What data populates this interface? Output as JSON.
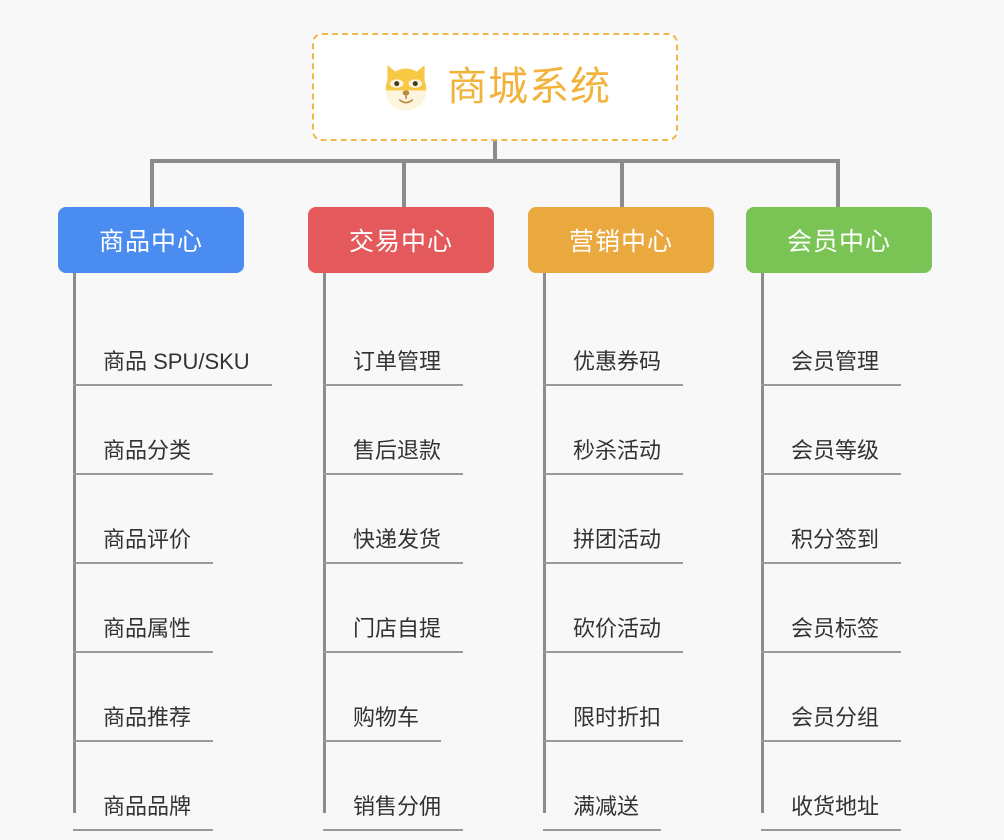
{
  "root": {
    "title": "商城系统",
    "logo_icon": "shiba-dog-face-icon",
    "border_color": "#f0b84a",
    "title_color": "#f2b33d"
  },
  "background_color": "#f8f8f8",
  "connector_color": "#8c8c8c",
  "columns": [
    {
      "id": "product-center",
      "label": "商品中心",
      "color": "#4a8cf0",
      "items": [
        "商品 SPU/SKU",
        "商品分类",
        "商品评价",
        "商品属性",
        "商品推荐",
        "商品品牌"
      ]
    },
    {
      "id": "trade-center",
      "label": "交易中心",
      "color": "#e4595b",
      "items": [
        "订单管理",
        "售后退款",
        "快递发货",
        "门店自提",
        "购物车",
        "销售分佣"
      ]
    },
    {
      "id": "marketing-center",
      "label": "营销中心",
      "color": "#eaa93f",
      "items": [
        "优惠券码",
        "秒杀活动",
        "拼团活动",
        "砍价活动",
        "限时折扣",
        "满减送"
      ]
    },
    {
      "id": "member-center",
      "label": "会员中心",
      "color": "#79c454",
      "items": [
        "会员管理",
        "会员等级",
        "积分签到",
        "会员标签",
        "会员分组",
        "收货地址"
      ]
    }
  ]
}
